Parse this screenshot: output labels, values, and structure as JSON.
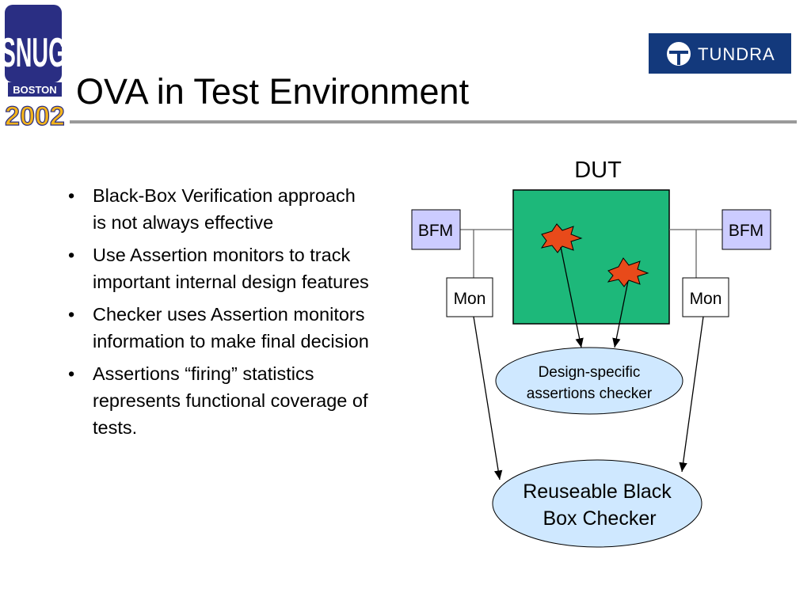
{
  "logos": {
    "left": {
      "line1": "SNUG",
      "line2": "BOSTON",
      "line3": "2002"
    },
    "right": {
      "name": "TUNDRA"
    }
  },
  "title": "OVA in Test Environment",
  "bullets": [
    "Black-Box Verification approach is not always effective",
    "Use Assertion monitors to track important internal design features",
    "Checker uses Assertion monitors information to make final decision",
    "Assertions “firing” statistics represents functional coverage of tests."
  ],
  "diagram": {
    "dut_label": "DUT",
    "bfm_left": "BFM",
    "bfm_right": "BFM",
    "mon_left": "Mon",
    "mon_right": "Mon",
    "design_checker": [
      "Design-specific",
      "assertions checker"
    ],
    "blackbox_checker": [
      "Reuseable Black",
      "Box Checker"
    ],
    "colors": {
      "dut_fill": "#1db87a",
      "bfm_fill": "#ccccff",
      "oval_fill": "#cfe8ff",
      "star_fill": "#e84a1a",
      "logo_blue": "#13397c",
      "logo_gold": "#f2b31b"
    }
  }
}
